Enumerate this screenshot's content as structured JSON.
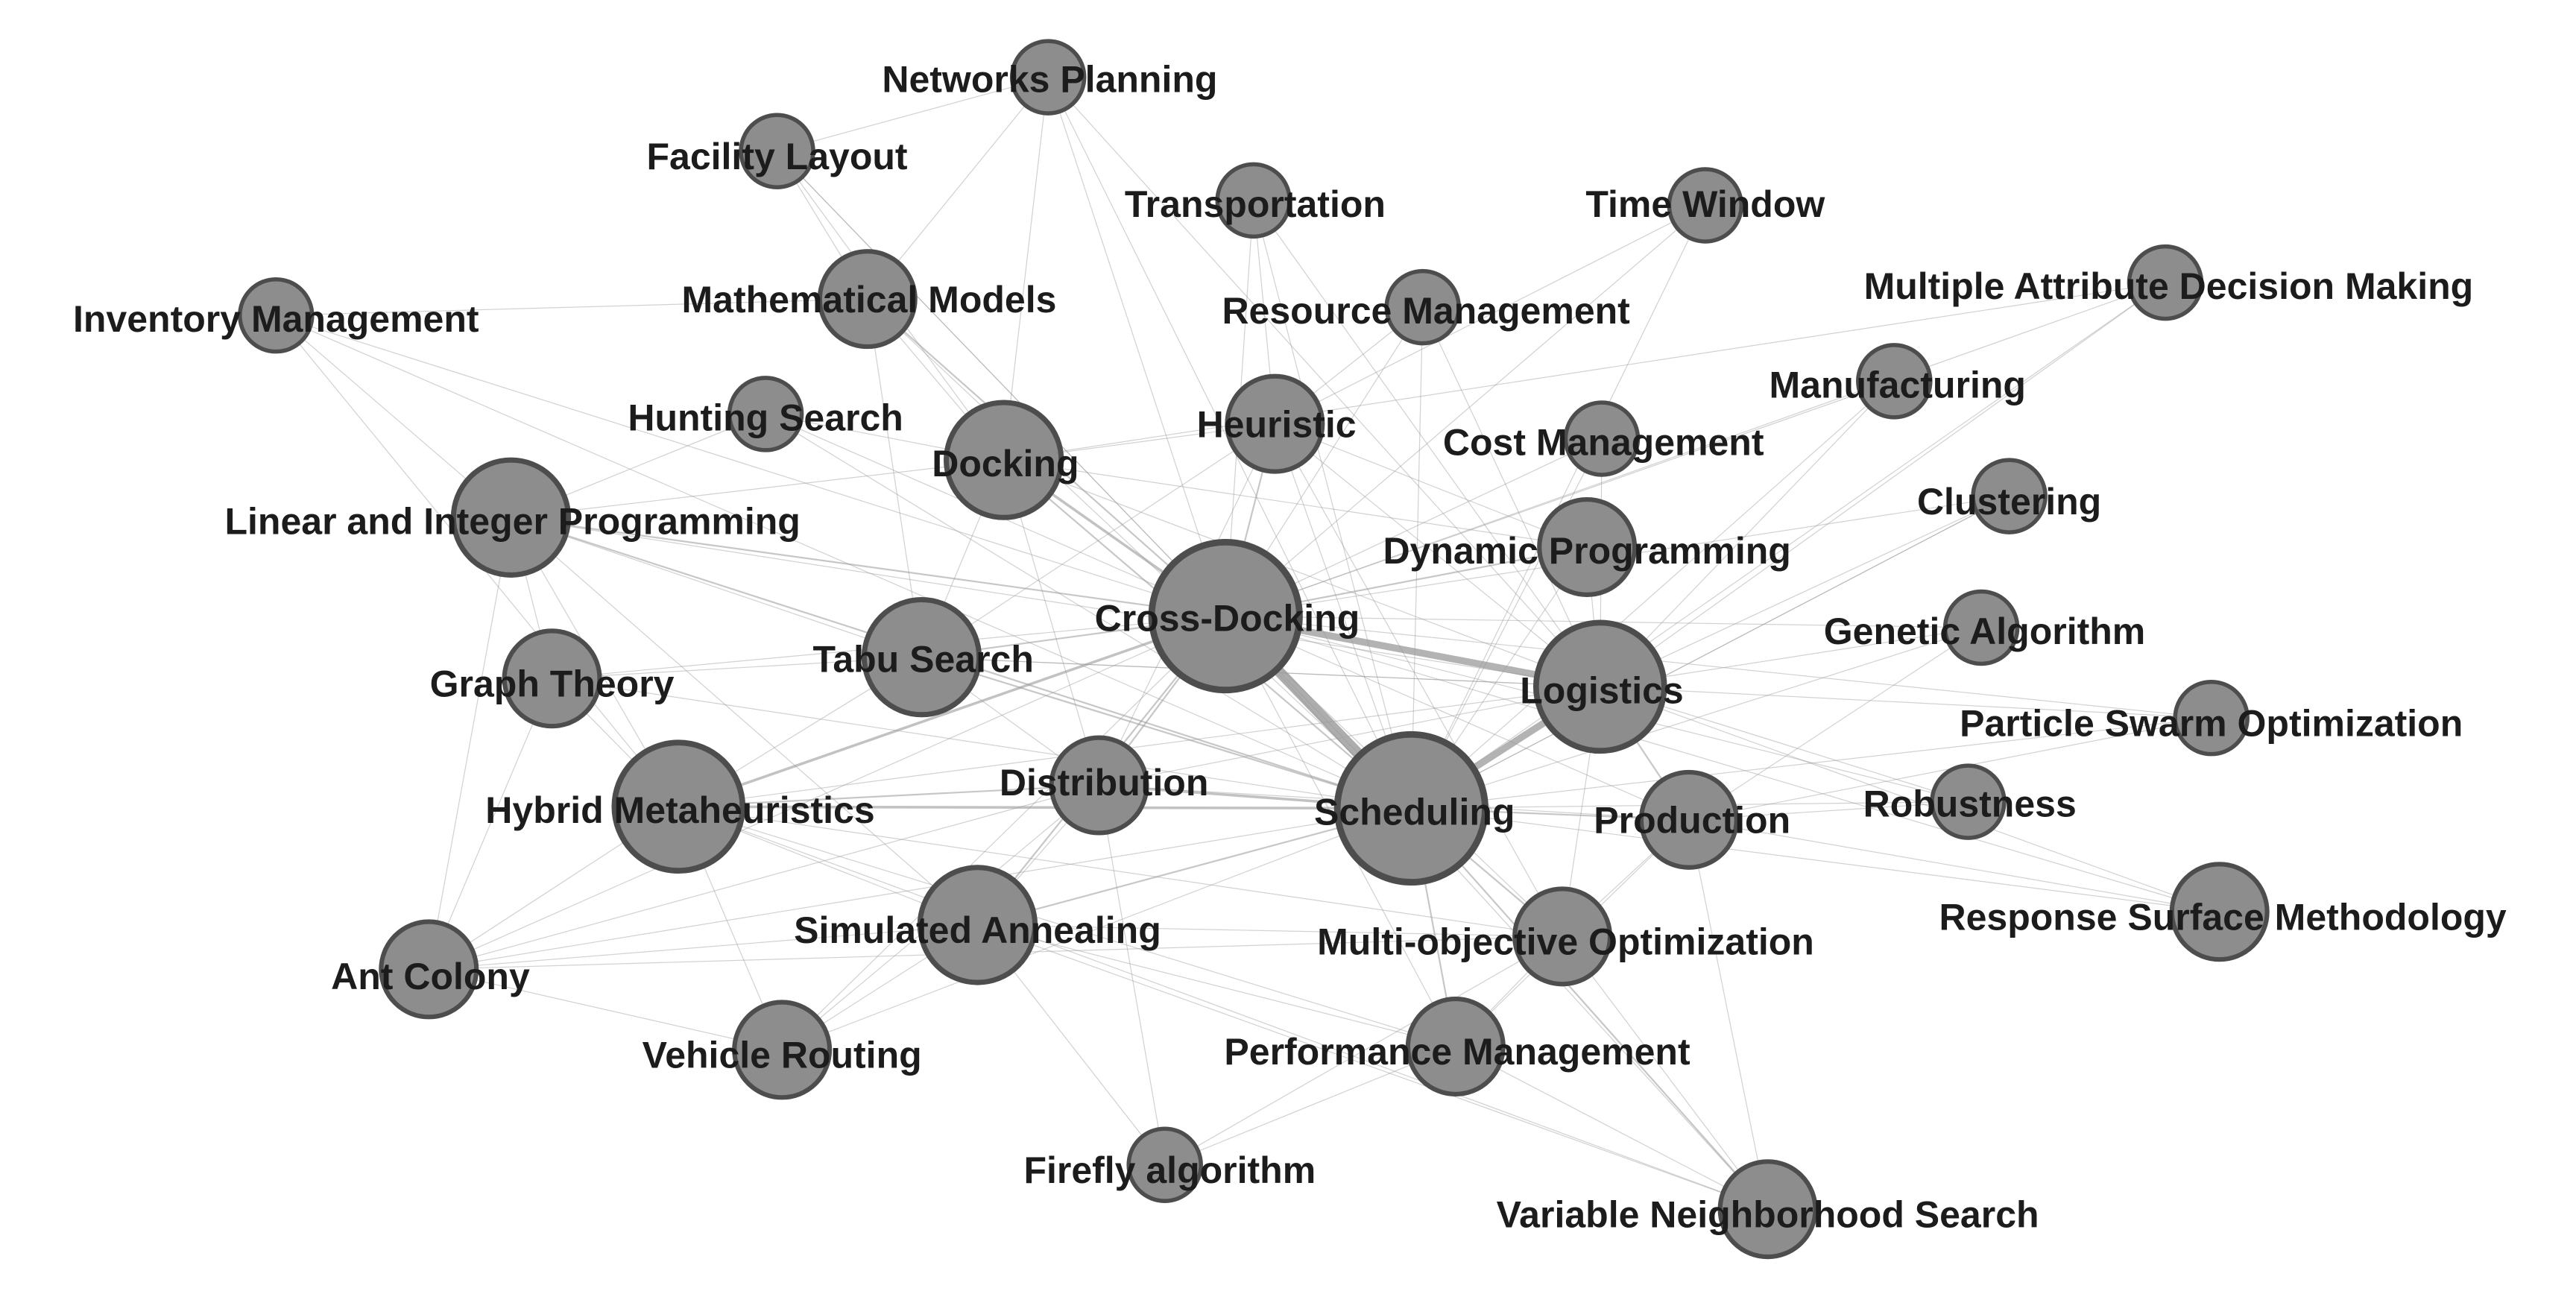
{
  "colors": {
    "node_fill": "#8d8d8d",
    "node_stroke": "#4d4d4d",
    "edge": "#999999",
    "label": "#1c1c1c"
  },
  "nodes": [
    {
      "id": "networks_planning",
      "label": "Networks Planning",
      "weight": 1
    },
    {
      "id": "facility_layout",
      "label": "Facility Layout",
      "weight": 1
    },
    {
      "id": "transportation",
      "label": "Transportation",
      "weight": 1
    },
    {
      "id": "time_window",
      "label": "Time Window",
      "weight": 1
    },
    {
      "id": "inventory_management",
      "label": "Inventory Management",
      "weight": 1
    },
    {
      "id": "mathematical_models",
      "label": "Mathematical Models",
      "weight": 2
    },
    {
      "id": "resource_management",
      "label": "Resource Management",
      "weight": 1
    },
    {
      "id": "madm",
      "label": "Multiple Attribute Decision Making",
      "weight": 1
    },
    {
      "id": "manufacturing",
      "label": "Manufacturing",
      "weight": 1
    },
    {
      "id": "hunting_search",
      "label": "Hunting Search",
      "weight": 1
    },
    {
      "id": "heuristic",
      "label": "Heuristic",
      "weight": 2
    },
    {
      "id": "docking",
      "label": "Docking",
      "weight": 3
    },
    {
      "id": "cost_management",
      "label": "Cost Management",
      "weight": 1
    },
    {
      "id": "clustering",
      "label": "Clustering",
      "weight": 1
    },
    {
      "id": "linear_integer",
      "label": "Linear and Integer Programming",
      "weight": 3
    },
    {
      "id": "dynamic_programming",
      "label": "Dynamic Programming",
      "weight": 2
    },
    {
      "id": "cross_docking",
      "label": "Cross-Docking",
      "weight": 5
    },
    {
      "id": "genetic_algorithm",
      "label": "Genetic Algorithm",
      "weight": 1
    },
    {
      "id": "tabu_search",
      "label": "Tabu Search",
      "weight": 3
    },
    {
      "id": "graph_theory",
      "label": "Graph Theory",
      "weight": 2
    },
    {
      "id": "logistics",
      "label": "Logistics",
      "weight": 4
    },
    {
      "id": "pso",
      "label": "Particle Swarm Optimization",
      "weight": 1
    },
    {
      "id": "distribution",
      "label": "Distribution",
      "weight": 2
    },
    {
      "id": "hybrid_metaheuristics",
      "label": "Hybrid Metaheuristics",
      "weight": 4
    },
    {
      "id": "scheduling",
      "label": "Scheduling",
      "weight": 5
    },
    {
      "id": "production",
      "label": "Production",
      "weight": 2
    },
    {
      "id": "robustness",
      "label": "Robustness",
      "weight": 1
    },
    {
      "id": "rsm",
      "label": "Response Surface Methodology",
      "weight": 2
    },
    {
      "id": "simulated_annealing",
      "label": "Simulated Annealing",
      "weight": 3
    },
    {
      "id": "moo",
      "label": "Multi-objective Optimization",
      "weight": 2
    },
    {
      "id": "ant_colony",
      "label": "Ant Colony",
      "weight": 2
    },
    {
      "id": "vehicle_routing",
      "label": "Vehicle Routing",
      "weight": 2
    },
    {
      "id": "performance_management",
      "label": "Performance Management",
      "weight": 2
    },
    {
      "id": "firefly",
      "label": "Firefly algorithm",
      "weight": 1
    },
    {
      "id": "vns",
      "label": "Variable Neighborhood Search",
      "weight": 2
    }
  ],
  "edges": [
    [
      "cross_docking",
      "scheduling",
      5
    ],
    [
      "cross_docking",
      "logistics",
      4
    ],
    [
      "scheduling",
      "logistics",
      4
    ],
    [
      "cross_docking",
      "hybrid_metaheuristics",
      3
    ],
    [
      "scheduling",
      "hybrid_metaheuristics",
      3
    ],
    [
      "cross_docking",
      "docking",
      3
    ],
    [
      "scheduling",
      "distribution",
      3
    ],
    [
      "cross_docking",
      "linear_integer",
      2
    ],
    [
      "scheduling",
      "simulated_annealing",
      2
    ],
    [
      "scheduling",
      "tabu_search",
      2
    ],
    [
      "cross_docking",
      "tabu_search",
      2
    ],
    [
      "docking",
      "scheduling",
      2
    ],
    [
      "cross_docking",
      "heuristic",
      2
    ],
    [
      "cross_docking",
      "simulated_annealing",
      2
    ],
    [
      "hybrid_metaheuristics",
      "distribution",
      2
    ],
    [
      "scheduling",
      "production",
      2
    ],
    [
      "cross_docking",
      "dynamic_programming",
      2
    ],
    [
      "cross_docking",
      "mathematical_models",
      2
    ],
    [
      "scheduling",
      "moo",
      2
    ],
    [
      "logistics",
      "production",
      2
    ],
    [
      "scheduling",
      "vns",
      2
    ],
    [
      "scheduling",
      "performance_management",
      2
    ],
    [
      "linear_integer",
      "scheduling",
      2
    ],
    [
      "cross_docking",
      "distribution",
      2
    ],
    [
      "logistics",
      "distribution",
      1
    ],
    [
      "cross_docking",
      "genetic_algorithm",
      1
    ],
    [
      "scheduling",
      "genetic_algorithm",
      1
    ],
    [
      "scheduling",
      "rsm",
      1
    ],
    [
      "scheduling",
      "pso",
      1
    ],
    [
      "scheduling",
      "robustness",
      1
    ],
    [
      "cross_docking",
      "robustness",
      1
    ],
    [
      "logistics",
      "clustering",
      1
    ],
    [
      "logistics",
      "manufacturing",
      1
    ],
    [
      "logistics",
      "madm",
      1
    ],
    [
      "logistics",
      "genetic_algorithm",
      1
    ],
    [
      "logistics",
      "pso",
      1
    ],
    [
      "logistics",
      "rsm",
      1
    ],
    [
      "logistics",
      "docking",
      1
    ],
    [
      "logistics",
      "heuristic",
      1
    ],
    [
      "logistics",
      "tabu_search",
      1
    ],
    [
      "logistics",
      "hybrid_metaheuristics",
      1
    ],
    [
      "cross_docking",
      "ant_colony",
      1
    ],
    [
      "scheduling",
      "ant_colony",
      1
    ],
    [
      "hybrid_metaheuristics",
      "ant_colony",
      1
    ],
    [
      "hybrid_metaheuristics",
      "simulated_annealing",
      1
    ],
    [
      "hybrid_metaheuristics",
      "vehicle_routing",
      1
    ],
    [
      "hybrid_metaheuristics",
      "graph_theory",
      1
    ],
    [
      "hybrid_metaheuristics",
      "linear_integer",
      1
    ],
    [
      "hybrid_metaheuristics",
      "tabu_search",
      1
    ],
    [
      "linear_integer",
      "graph_theory",
      1
    ],
    [
      "linear_integer",
      "ant_colony",
      1
    ],
    [
      "linear_integer",
      "docking",
      1
    ],
    [
      "linear_integer",
      "inventory_management",
      1
    ],
    [
      "linear_integer",
      "hunting_search",
      1
    ],
    [
      "linear_integer",
      "tabu_search",
      1
    ],
    [
      "linear_integer",
      "simulated_annealing",
      1
    ],
    [
      "graph_theory",
      "ant_colony",
      1
    ],
    [
      "graph_theory",
      "tabu_search",
      1
    ],
    [
      "graph_theory",
      "cross_docking",
      1
    ],
    [
      "ant_colony",
      "vehicle_routing",
      1
    ],
    [
      "ant_colony",
      "simulated_annealing",
      1
    ],
    [
      "ant_colony",
      "distribution",
      1
    ],
    [
      "simulated_annealing",
      "vehicle_routing",
      1
    ],
    [
      "simulated_annealing",
      "distribution",
      1
    ],
    [
      "simulated_annealing",
      "firefly",
      1
    ],
    [
      "simulated_annealing",
      "performance_management",
      1
    ],
    [
      "simulated_annealing",
      "moo",
      1
    ],
    [
      "simulated_annealing",
      "vns",
      1
    ],
    [
      "distribution",
      "tabu_search",
      1
    ],
    [
      "distribution",
      "docking",
      1
    ],
    [
      "distribution",
      "production",
      1
    ],
    [
      "tabu_search",
      "docking",
      1
    ],
    [
      "tabu_search",
      "mathematical_models",
      1
    ],
    [
      "tabu_search",
      "heuristic",
      1
    ],
    [
      "docking",
      "mathematical_models",
      1
    ],
    [
      "docking",
      "hunting_search",
      1
    ],
    [
      "docking",
      "networks_planning",
      1
    ],
    [
      "docking",
      "facility_layout",
      1
    ],
    [
      "docking",
      "heuristic",
      1
    ],
    [
      "docking",
      "dynamic_programming",
      1
    ],
    [
      "mathematical_models",
      "facility_layout",
      1
    ],
    [
      "mathematical_models",
      "inventory_management",
      1
    ],
    [
      "mathematical_models",
      "scheduling",
      1
    ],
    [
      "mathematical_models",
      "networks_planning",
      1
    ],
    [
      "facility_layout",
      "networks_planning",
      1
    ],
    [
      "facility_layout",
      "scheduling",
      1
    ],
    [
      "facility_layout",
      "cross_docking",
      1
    ],
    [
      "networks_planning",
      "cross_docking",
      1
    ],
    [
      "networks_planning",
      "scheduling",
      1
    ],
    [
      "networks_planning",
      "logistics",
      1
    ],
    [
      "transportation",
      "cross_docking",
      1
    ],
    [
      "transportation",
      "scheduling",
      1
    ],
    [
      "transportation",
      "heuristic",
      1
    ],
    [
      "transportation",
      "logistics",
      1
    ],
    [
      "time_window",
      "cross_docking",
      1
    ],
    [
      "time_window",
      "scheduling",
      1
    ],
    [
      "time_window",
      "heuristic",
      1
    ],
    [
      "resource_management",
      "cross_docking",
      1
    ],
    [
      "resource_management",
      "scheduling",
      1
    ],
    [
      "resource_management",
      "logistics",
      1
    ],
    [
      "resource_management",
      "heuristic",
      1
    ],
    [
      "heuristic",
      "scheduling",
      1
    ],
    [
      "heuristic",
      "dynamic_programming",
      1
    ],
    [
      "heuristic",
      "moo",
      1
    ],
    [
      "cost_management",
      "cross_docking",
      1
    ],
    [
      "cost_management",
      "scheduling",
      1
    ],
    [
      "cost_management",
      "logistics",
      1
    ],
    [
      "manufacturing",
      "cross_docking",
      1
    ],
    [
      "manufacturing",
      "scheduling",
      1
    ],
    [
      "madm",
      "cross_docking",
      1
    ],
    [
      "madm",
      "scheduling",
      1
    ],
    [
      "madm",
      "docking",
      1
    ],
    [
      "clustering",
      "scheduling",
      1
    ],
    [
      "clustering",
      "cross_docking",
      1
    ],
    [
      "dynamic_programming",
      "scheduling",
      1
    ],
    [
      "dynamic_programming",
      "logistics",
      1
    ],
    [
      "genetic_algorithm",
      "production",
      1
    ],
    [
      "pso",
      "production",
      1
    ],
    [
      "robustness",
      "production",
      1
    ],
    [
      "rsm",
      "production",
      1
    ],
    [
      "rsm",
      "cross_docking",
      1
    ],
    [
      "pso",
      "cross_docking",
      1
    ],
    [
      "production",
      "moo",
      1
    ],
    [
      "production",
      "performance_management",
      1
    ],
    [
      "production",
      "vns",
      1
    ],
    [
      "moo",
      "performance_management",
      1
    ],
    [
      "moo",
      "vns",
      1
    ],
    [
      "performance_management",
      "vns",
      1
    ],
    [
      "performance_management",
      "firefly",
      1
    ],
    [
      "performance_management",
      "cross_docking",
      1
    ],
    [
      "performance_management",
      "hybrid_metaheuristics",
      1
    ],
    [
      "firefly",
      "moo",
      1
    ],
    [
      "firefly",
      "distribution",
      1
    ],
    [
      "vns",
      "cross_docking",
      1
    ],
    [
      "vns",
      "hybrid_metaheuristics",
      1
    ],
    [
      "vehicle_routing",
      "scheduling",
      1
    ],
    [
      "vehicle_routing",
      "cross_docking",
      1
    ],
    [
      "inventory_management",
      "cross_docking",
      1
    ],
    [
      "inventory_management",
      "scheduling",
      1
    ],
    [
      "inventory_management",
      "hybrid_metaheuristics",
      1
    ],
    [
      "hunting_search",
      "cross_docking",
      1
    ],
    [
      "hunting_search",
      "scheduling",
      1
    ],
    [
      "graph_theory",
      "scheduling",
      1
    ],
    [
      "tabu_search",
      "logistics",
      1
    ],
    [
      "distribution",
      "heuristic",
      1
    ],
    [
      "linear_integer",
      "logistics",
      1
    ],
    [
      "ant_colony",
      "moo",
      1
    ],
    [
      "vehicle_routing",
      "distribution",
      1
    ],
    [
      "hybrid_metaheuristics",
      "moo",
      1
    ],
    [
      "cross_docking",
      "moo",
      1
    ],
    [
      "cross_docking",
      "production",
      1
    ],
    [
      "logistics",
      "robustness",
      1
    ],
    [
      "logistics",
      "moo",
      1
    ],
    [
      "scheduling",
      "clustering",
      1
    ]
  ]
}
